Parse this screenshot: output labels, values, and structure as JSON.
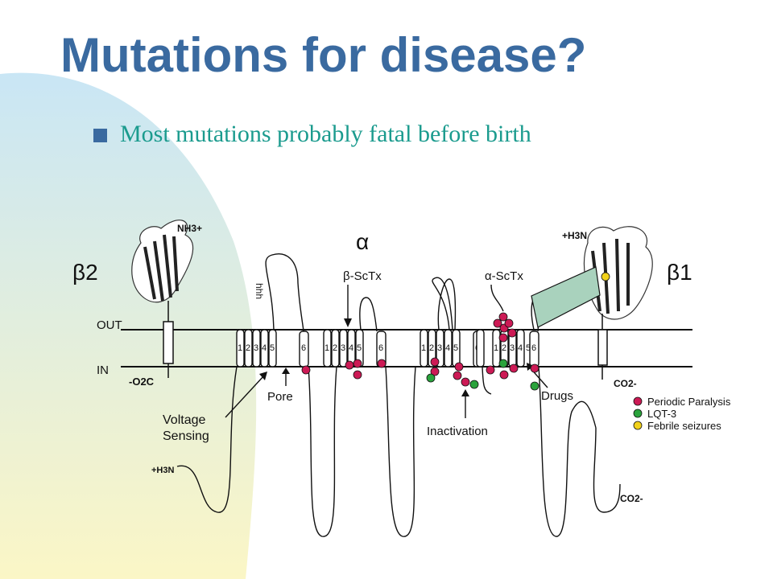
{
  "slide": {
    "title": "Mutations for disease?",
    "bullet": "Most mutations probably fatal before birth"
  },
  "colors": {
    "title": "#3a6aa0",
    "bullet_text": "#1b9b8e",
    "background_blob_top": "#c9e6f5",
    "background_blob_bottom": "#fbf6c6",
    "periodic_paralysis": "#cc1a55",
    "lqt3": "#2aa33c",
    "febrile_seizures": "#f2d21b",
    "beta1_link": "#a9d2bd"
  },
  "diagram": {
    "alpha": "α",
    "beta2": "β2",
    "beta1": "β1",
    "out": "OUT",
    "in": "IN",
    "nh3_top": "NH3+",
    "h3n_top": "+H3N",
    "o2c": "-O2C",
    "co2_mid": "CO2-",
    "co2_bottom": "CO2-",
    "h3n_bottom": "+H3N",
    "h_label": "hhh",
    "b_sctx": "β-ScTx",
    "a_sctx": "α-ScTx",
    "pore": "Pore",
    "voltage_sensing_1": "Voltage",
    "voltage_sensing_2": "Sensing",
    "inactivation": "Inactivation",
    "drugs": "Drugs",
    "segments": [
      "1",
      "2",
      "3",
      "4",
      "5",
      "6"
    ],
    "plus": "+"
  },
  "legend": [
    {
      "label": "Periodic Paralysis",
      "color": "#cc1a55"
    },
    {
      "label": "LQT-3",
      "color": "#2aa33c"
    },
    {
      "label": "Febrile seizures",
      "color": "#f2d21b"
    }
  ]
}
